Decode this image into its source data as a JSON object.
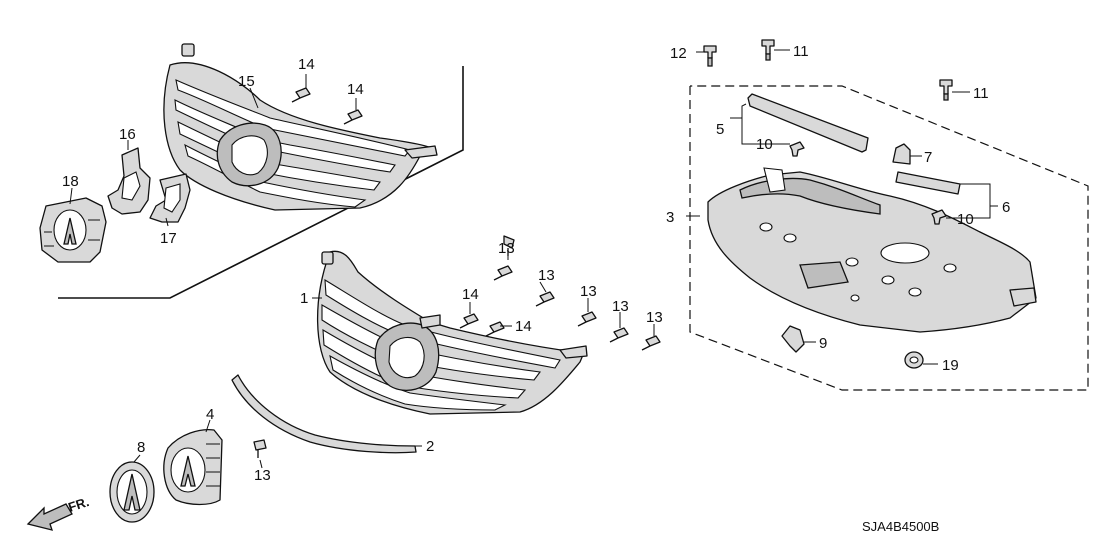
{
  "diagram_code": "SJA4B4500B",
  "direction_label": "FR.",
  "callouts": {
    "c1": "1",
    "c2": "2",
    "c3": "3",
    "c4": "4",
    "c5": "5",
    "c6": "6",
    "c7": "7",
    "c8": "8",
    "c9": "9",
    "c10a": "10",
    "c10b": "10",
    "c11a": "11",
    "c11b": "11",
    "c12": "12",
    "c13a": "13",
    "c13b": "13",
    "c13c": "13",
    "c13d": "13",
    "c13e": "13",
    "c13f": "13",
    "c14a": "14",
    "c14b": "14",
    "c14c": "14",
    "c14d": "14",
    "c15": "15",
    "c16": "16",
    "c17": "17",
    "c18": "18",
    "c19": "19"
  }
}
